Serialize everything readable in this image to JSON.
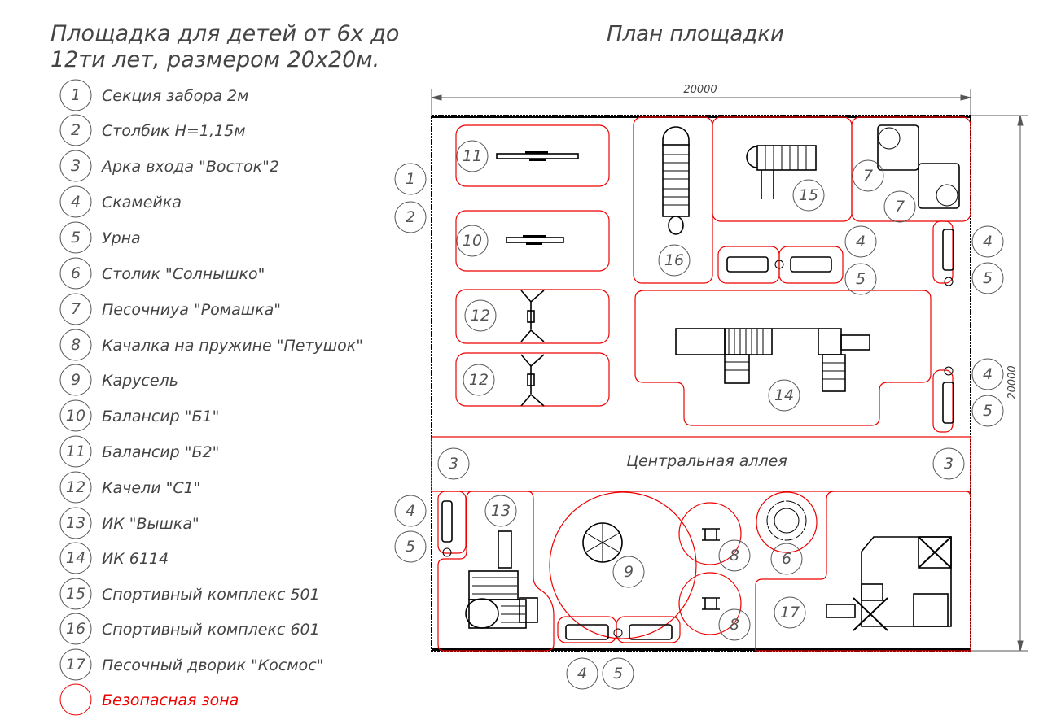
{
  "title": {
    "line1": "Площадка для детей от 6х до",
    "line2": "12ти лет, размером 20х20м."
  },
  "legend": [
    {
      "num": "1",
      "label": "Секция забора 2м"
    },
    {
      "num": "2",
      "label": "Столбик Н=1,15м"
    },
    {
      "num": "3",
      "label": "Арка входа \"Восток\"2"
    },
    {
      "num": "4",
      "label": "Скамейка"
    },
    {
      "num": "5",
      "label": "Урна"
    },
    {
      "num": "6",
      "label": "Столик \"Солнышко\""
    },
    {
      "num": "7",
      "label": "Песочниуа \"Ромашка\""
    },
    {
      "num": "8",
      "label": "Качалка на пружине \"Петушок\""
    },
    {
      "num": "9",
      "label": "Карусель"
    },
    {
      "num": "10",
      "label": "Балансир \"Б1\""
    },
    {
      "num": "11",
      "label": "Балансир \"Б2\""
    },
    {
      "num": "12",
      "label": "Качели \"С1\""
    },
    {
      "num": "13",
      "label": "ИК \"Вышка\""
    },
    {
      "num": "14",
      "label": "ИК 6114"
    },
    {
      "num": "15",
      "label": "Спортивный комплекс 501"
    },
    {
      "num": "16",
      "label": "Спортивный комплекс 601"
    },
    {
      "num": "17",
      "label": "Песочный дворик \"Космос\""
    }
  ],
  "safe_zone_label": "Безопасная зона",
  "plan": {
    "title": "План площадки",
    "dim_width": "20000",
    "dim_height": "20000",
    "alley_label": "Центральная аллея",
    "callouts": [
      "1",
      "2",
      "3",
      "3",
      "4",
      "5",
      "4",
      "5",
      "4",
      "5",
      "4",
      "5",
      "4",
      "5",
      "6",
      "7",
      "7",
      "8",
      "8",
      "9",
      "10",
      "11",
      "12",
      "12",
      "13",
      "14",
      "15",
      "16",
      "17"
    ]
  },
  "colors": {
    "zone": "#e00000",
    "text": "#444444"
  }
}
